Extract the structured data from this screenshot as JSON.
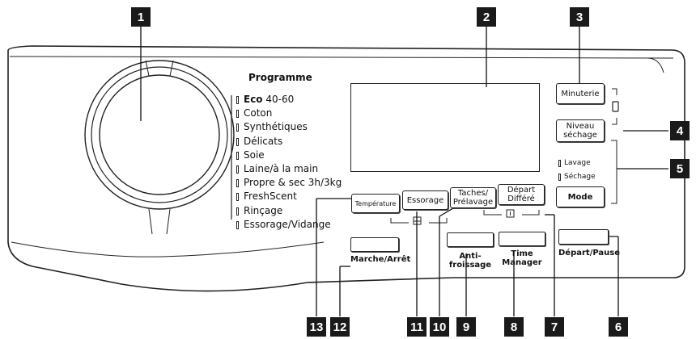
{
  "callouts": [
    "1",
    "2",
    "3",
    "4",
    "5",
    "6",
    "7",
    "8",
    "9",
    "10",
    "11",
    "12",
    "13"
  ],
  "programme": {
    "title": "Programme",
    "items": [
      {
        "bold": "Eco",
        "text": " 40-60"
      },
      {
        "bold": "",
        "text": "Coton"
      },
      {
        "bold": "",
        "text": "Synthétiques"
      },
      {
        "bold": "",
        "text": "Délicats"
      },
      {
        "bold": "",
        "text": "Soie"
      },
      {
        "bold": "",
        "text": "Laine/à la main"
      },
      {
        "bold": "",
        "text": "Propre & sec 3h/3kg"
      },
      {
        "bold": "",
        "text": "FreshScent"
      },
      {
        "bold": "",
        "text": "Rinçage"
      },
      {
        "bold": "",
        "text": "Essorage/Vidange"
      }
    ]
  },
  "buttons": {
    "minuterie": "Minuterie",
    "niveau_sechage": [
      "Niveau",
      "séchage"
    ],
    "mode": "Mode",
    "temperature": "Température",
    "essorage": "Essorage",
    "taches": [
      "Taches/",
      "Prélavage"
    ],
    "depart_differe": [
      "Départ",
      "Différé"
    ],
    "anti_froissage": [
      "Anti-",
      "froissage"
    ],
    "time_manager": [
      "Time",
      "Manager"
    ],
    "marche_arret": "Marche/Arrêt",
    "depart_pause": "Départ/Pause"
  },
  "indicators": {
    "lavage": "Lavage",
    "sechage": "Séchage"
  }
}
